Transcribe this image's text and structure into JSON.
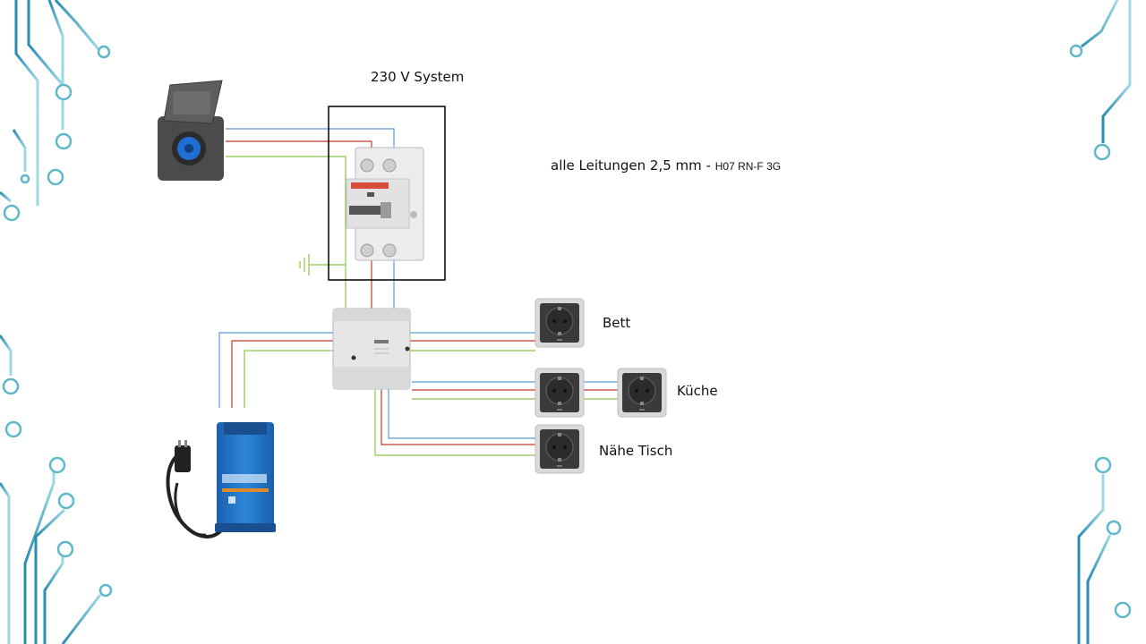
{
  "diagram": {
    "title": "230 V System",
    "cable_note_main": "alle Leitungen 2,5 mm - ",
    "cable_note_type": "H07 RN-F 3G",
    "outlets": {
      "bett": "Bett",
      "kueche": "Küche",
      "naehe_tisch": "Nähe Tisch"
    }
  },
  "colors": {
    "blue_wire": "#5a9bd5",
    "red_wire": "#c0392b",
    "green_wire": "#8bc34a",
    "circuit_decor": "#4aa8c0",
    "charger_blue": "#1e6fc0",
    "socket_dark": "#3a3a3a"
  },
  "icons": [
    "cee-inlet-icon",
    "rcbo-breaker-icon",
    "ground-symbol-icon",
    "junction-box-icon",
    "schuko-socket-icon",
    "battery-charger-icon",
    "circuit-decoration"
  ]
}
